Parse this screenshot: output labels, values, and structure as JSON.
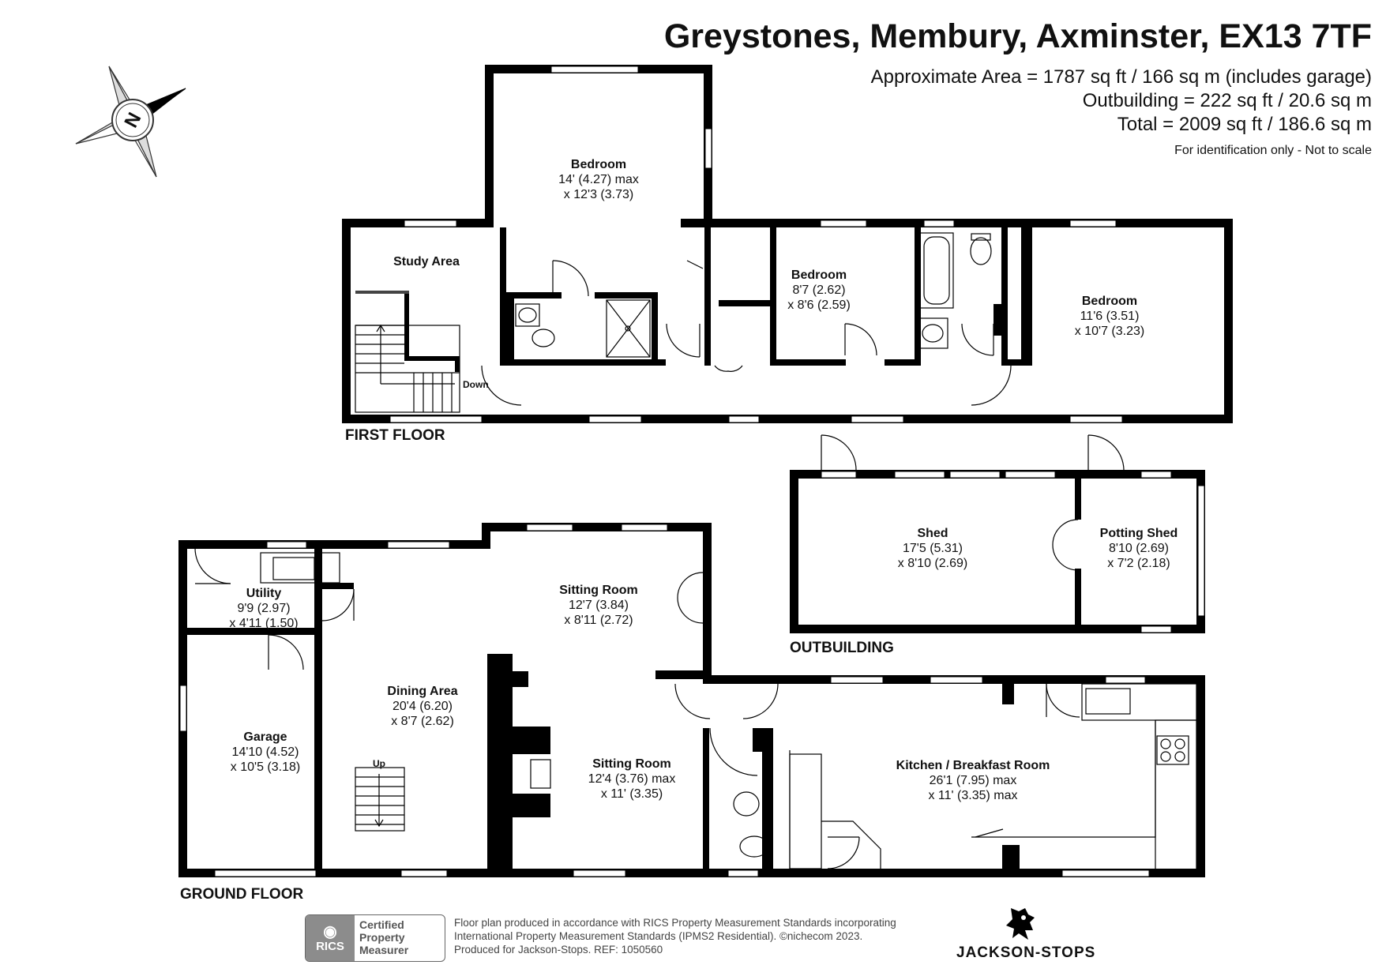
{
  "header": {
    "title": "Greystones, Membury, Axminster, EX13 7TF",
    "area_lines": [
      "Approximate Area = 1787 sq ft / 166 sq m (includes garage)",
      "Outbuilding = 222 sq ft / 20.6 sq m",
      "Total = 2009 sq ft / 186.6 sq m"
    ],
    "note": "For identification only - Not to scale"
  },
  "compass": {
    "letter": "N"
  },
  "floors": {
    "first": {
      "label": "FIRST FLOOR",
      "stair_label": "Down",
      "rooms": [
        {
          "name": "Bedroom",
          "line1": "14' (4.27) max",
          "line2": "x 12'3 (3.73)"
        },
        {
          "name": "Study Area",
          "line1": "",
          "line2": ""
        },
        {
          "name": "Bedroom",
          "line1": "8'7 (2.62)",
          "line2": "x 8'6 (2.59)"
        },
        {
          "name": "Bedroom",
          "line1": "11'6 (3.51)",
          "line2": "x 10'7 (3.23)"
        }
      ]
    },
    "outbuilding": {
      "label": "OUTBUILDING",
      "rooms": [
        {
          "name": "Shed",
          "line1": "17'5 (5.31)",
          "line2": "x 8'10 (2.69)"
        },
        {
          "name": "Potting Shed",
          "line1": "8'10 (2.69)",
          "line2": "x 7'2 (2.18)"
        }
      ]
    },
    "ground": {
      "label": "GROUND FLOOR",
      "stair_label": "Up",
      "rooms": [
        {
          "name": "Utility",
          "line1": "9'9 (2.97)",
          "line2": "x 4'11 (1.50)"
        },
        {
          "name": "Garage",
          "line1": "14'10 (4.52)",
          "line2": "x 10'5 (3.18)"
        },
        {
          "name": "Dining Area",
          "line1": "20'4 (6.20)",
          "line2": "x 8'7 (2.62)"
        },
        {
          "name": "Sitting Room",
          "line1": "12'7 (3.84)",
          "line2": "x 8'11 (2.72)"
        },
        {
          "name": "Sitting Room",
          "line1": "12'4 (3.76) max",
          "line2": "x 11' (3.35)"
        },
        {
          "name": "Kitchen / Breakfast Room",
          "line1": "26'1 (7.95) max",
          "line2": "x 11' (3.35) max"
        }
      ]
    }
  },
  "footer": {
    "badge_logo": "RICS",
    "badge_lines": [
      "Certified",
      "Property",
      "Measurer"
    ],
    "lines": [
      "Floor plan produced in accordance with RICS Property Measurement Standards incorporating",
      "International Property Measurement Standards (IPMS2 Residential).  ©nichecom 2023.",
      "Produced for Jackson-Stops.   REF:  1050560"
    ],
    "brand": "JACKSON-STOPS"
  },
  "colors": {
    "wall": "#000000",
    "window": "#ffffff",
    "text": "#111111"
  }
}
